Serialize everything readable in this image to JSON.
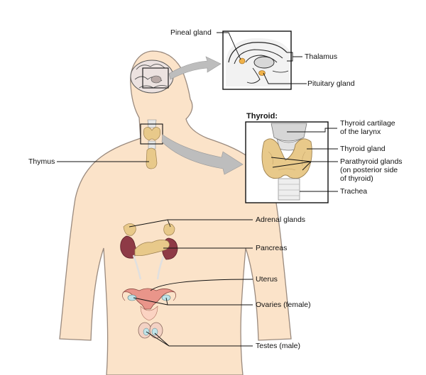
{
  "labels": {
    "pineal": "Pineal gland",
    "thalamus": "Thalamus",
    "pituitary": "Pituitary gland",
    "thyroid_title": "Thyroid:",
    "thyroid_cartilage": [
      "Thyroid cartilage",
      "of the larynx"
    ],
    "thyroid_gland": "Thyroid gland",
    "parathyroid": [
      "Parathyroid glands",
      "(on posterior side",
      "of thyroid)"
    ],
    "trachea": "Trachea",
    "thymus": "Thymus",
    "adrenal": "Adrenal glands",
    "pancreas": "Pancreas",
    "uterus": "Uterus",
    "ovaries": "Ovaries (female)",
    "testes": "Testes (male)"
  },
  "colors": {
    "skin": "#fbe3c9",
    "outline": "#9a8a7e",
    "gland": "#e8c98a",
    "kidney": "#8e3a46",
    "uterus": "#e9958a",
    "arrow": "#bdbdbd",
    "cartilage": "#d6d6d6",
    "ovary": "#bfe3e8"
  }
}
